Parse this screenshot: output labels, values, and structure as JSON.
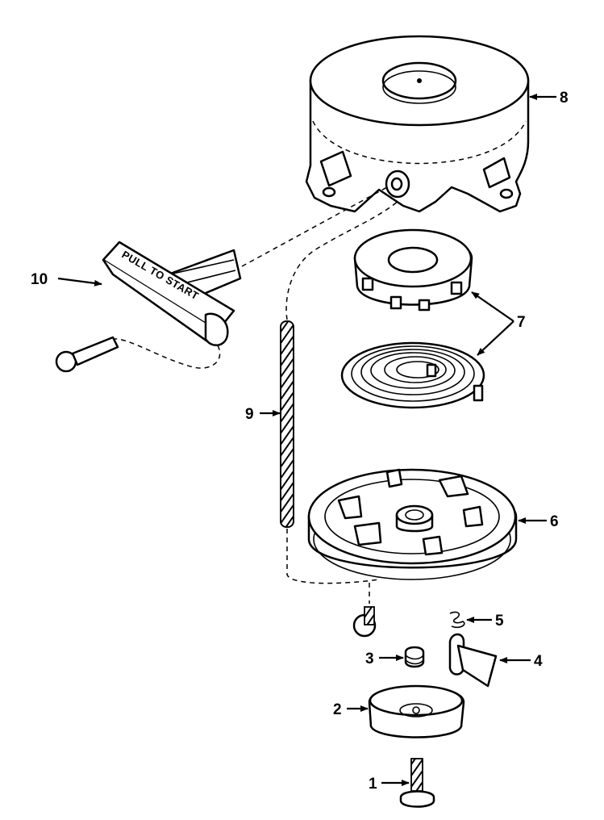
{
  "handle": {
    "text": "PULL TO START"
  },
  "callouts": [
    {
      "id": "1",
      "label": "1"
    },
    {
      "id": "2",
      "label": "2"
    },
    {
      "id": "3",
      "label": "3"
    },
    {
      "id": "4",
      "label": "4"
    },
    {
      "id": "5",
      "label": "5"
    },
    {
      "id": "6",
      "label": "6"
    },
    {
      "id": "7",
      "label": "7"
    },
    {
      "id": "8",
      "label": "8"
    },
    {
      "id": "9",
      "label": "9"
    },
    {
      "id": "10",
      "label": "10"
    }
  ]
}
